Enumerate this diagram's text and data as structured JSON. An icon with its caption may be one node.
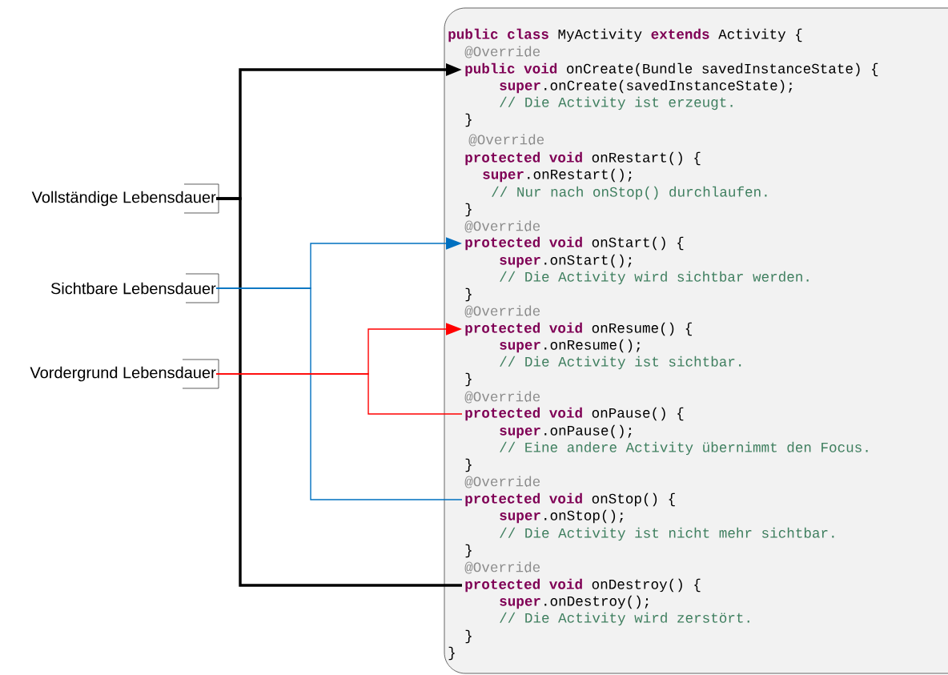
{
  "diagram": {
    "nodes": [
      {
        "text": [
          "**public class** MyActivity **extends** Activity {",
          "@Override",
          "**super**.onCreate(savedInstanceState);",
          "// Die Activity ist erzeugt.",
          "}",
          "@Override",
          "**protected void** onRestart() {",
          "**super**.onRestart();",
          "// Nur nach onStop() durchlaufen.",
          "}",
          "@Override",
          "**super**.onStart();",
          "// Die Activity wird sichtbar werden.",
          "}",
          "@Override",
          "**super**.onResume();",
          "// Die Activity ist sichtbar.",
          "}",
          "@Override",
          "**super**.onPause();",
          "// Eine andere Activity übernimmt den Focus.",
          "}",
          "@Override",
          "**super**.onStop();",
          "// Die Activity ist nicht mehr sichtbar.",
          "}",
          "@Override",
          "**super**.onDestroy();",
          "// Die Activity wird zerstört.",
          "}",
          "}"
        ]
      },
      {
        "text": [
          "**public void** onCreate(Bundle savedInstanceState) {"
        ],
        "in": 0
      },
      {
        "text": [
          "**protected void** onStart() {"
        ],
        "in": 0
      },
      {
        "text": [
          "**protected void** onResume() {"
        ],
        "in": 0
      },
      {
        "text": [
          "**protected void** onPause() {"
        ],
        "in": 0
      },
      {
        "text": [
          "**protected void** onStop() {"
        ],
        "in": 0
      },
      {
        "text": [
          "**protected void** onDestroy() {"
        ],
        "in": 0
      },
      {
        "text": [
          "Vollständige Lebensdauer"
        ]
      },
      {
        "text": [
          "Sichtbare Lebensdauer"
        ]
      },
      {
        "text": [
          "Vordergrund Lebensdauer"
        ]
      }
    ],
    "edges": [
      {
        "from": 7,
        "to": 1,
        "arrow": "to",
        "style": "thick"
      },
      {
        "from": 7,
        "to": 6,
        "arrow": "none",
        "style": "thick"
      },
      {
        "from": 8,
        "to": 2,
        "arrow": "to",
        "color": "#0070c0"
      },
      {
        "from": 8,
        "to": 5,
        "arrow": "none",
        "color": "#0070c0"
      },
      {
        "from": 9,
        "to": 3,
        "arrow": "to",
        "color": "#ff0000"
      },
      {
        "from": 9,
        "to": 4,
        "arrow": "none",
        "color": "#ff0000"
      }
    ]
  }
}
